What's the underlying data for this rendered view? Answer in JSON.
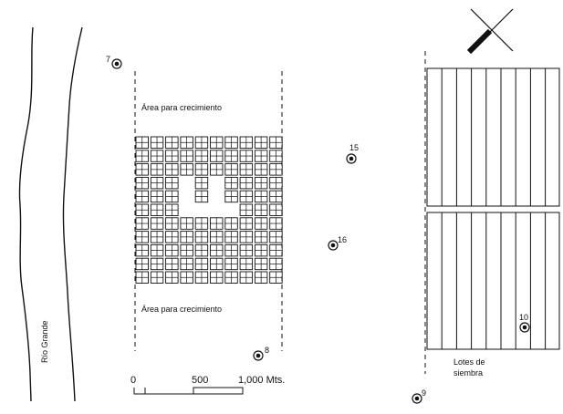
{
  "map": {
    "river_label": "Río Grande",
    "growth_area_top": "Área para crecimiento",
    "growth_area_bottom": "Área para crecimiento",
    "plots_label_line1": "Lotes de",
    "plots_label_line2": "siembra",
    "compass_icon": "north-arrow-cross",
    "sites": [
      {
        "id": "7",
        "label": "7"
      },
      {
        "id": "15",
        "label": "15"
      },
      {
        "id": "16",
        "label": "16"
      },
      {
        "id": "8",
        "label": "8"
      },
      {
        "id": "10",
        "label": "10"
      },
      {
        "id": "9",
        "label": "9"
      }
    ],
    "scale": {
      "tick_0": "0",
      "tick_500": "500",
      "tick_1000": "1,000 Mts."
    }
  }
}
